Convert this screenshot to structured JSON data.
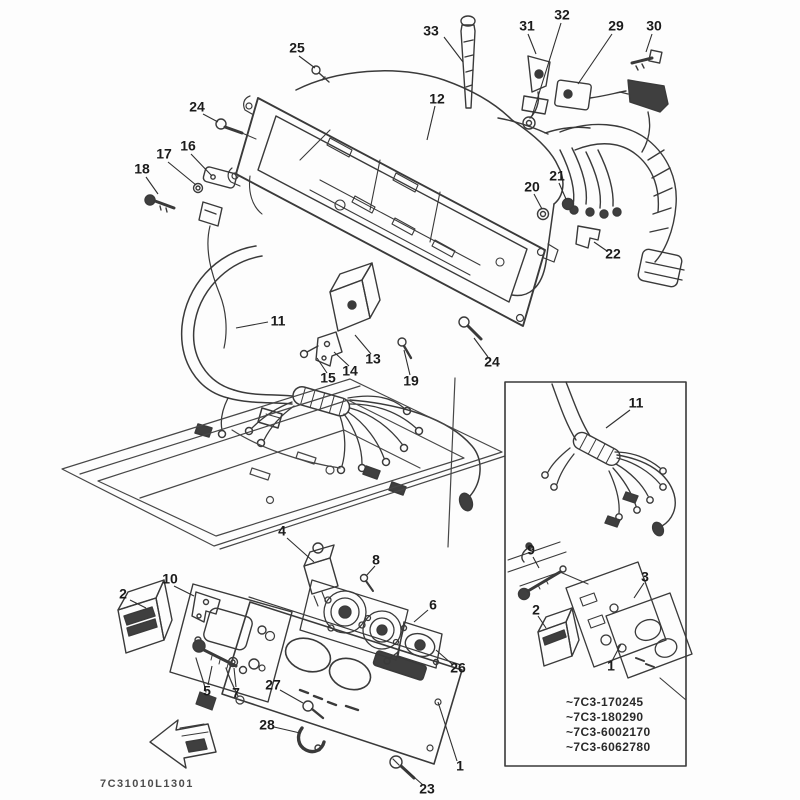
{
  "drawing_code": "7C31010L1301",
  "part_numbers": [
    "~7C3-170245",
    "~7C3-180290",
    "~7C3-6002170",
    "~7C3-6062780"
  ],
  "callouts": {
    "c1": "1",
    "c2": "2",
    "c3": "3",
    "c4": "4",
    "c5": "5",
    "c6": "6",
    "c7": "7",
    "c8": "8",
    "c9": "9",
    "c10": "10",
    "c11": "11",
    "c12": "12",
    "c13": "13",
    "c14": "14",
    "c15": "15",
    "c16": "16",
    "c17": "17",
    "c18": "18",
    "c19": "19",
    "c20": "20",
    "c21": "21",
    "c22": "22",
    "c23": "23",
    "c24": "24",
    "c25": "25",
    "c26": "26",
    "c27": "27",
    "c28": "28",
    "c29": "29",
    "c30": "30",
    "c31": "31",
    "c32": "32",
    "c33": "33"
  }
}
